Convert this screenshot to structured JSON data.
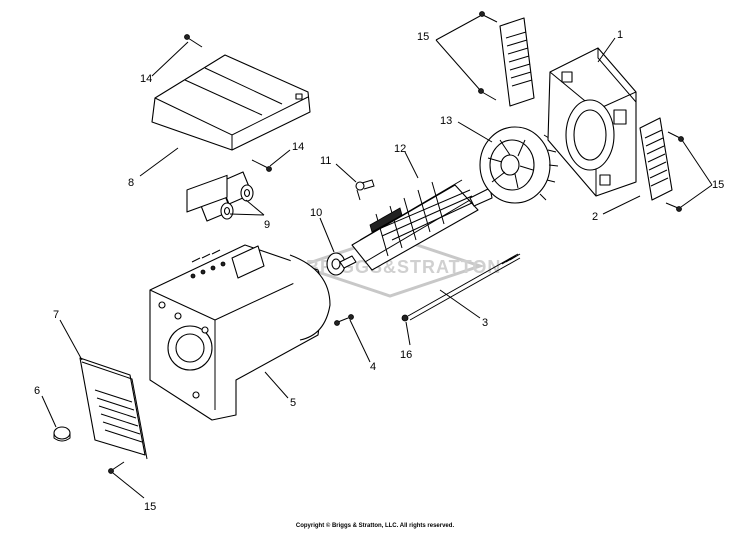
{
  "watermark": {
    "text": "BRIGGS&STRATTON"
  },
  "copyright": "Copyright © Briggs & Stratton, LLC. All rights reserved.",
  "callouts": {
    "c1": "1",
    "c2": "2",
    "c3": "3",
    "c4": "4",
    "c5": "5",
    "c6": "6",
    "c7": "7",
    "c8": "8",
    "c9": "9",
    "c10": "10",
    "c11": "11",
    "c12": "12",
    "c13": "13",
    "c14a": "14",
    "c14b": "14",
    "c15a": "15",
    "c15b": "15",
    "c15c": "15",
    "c16": "16"
  }
}
